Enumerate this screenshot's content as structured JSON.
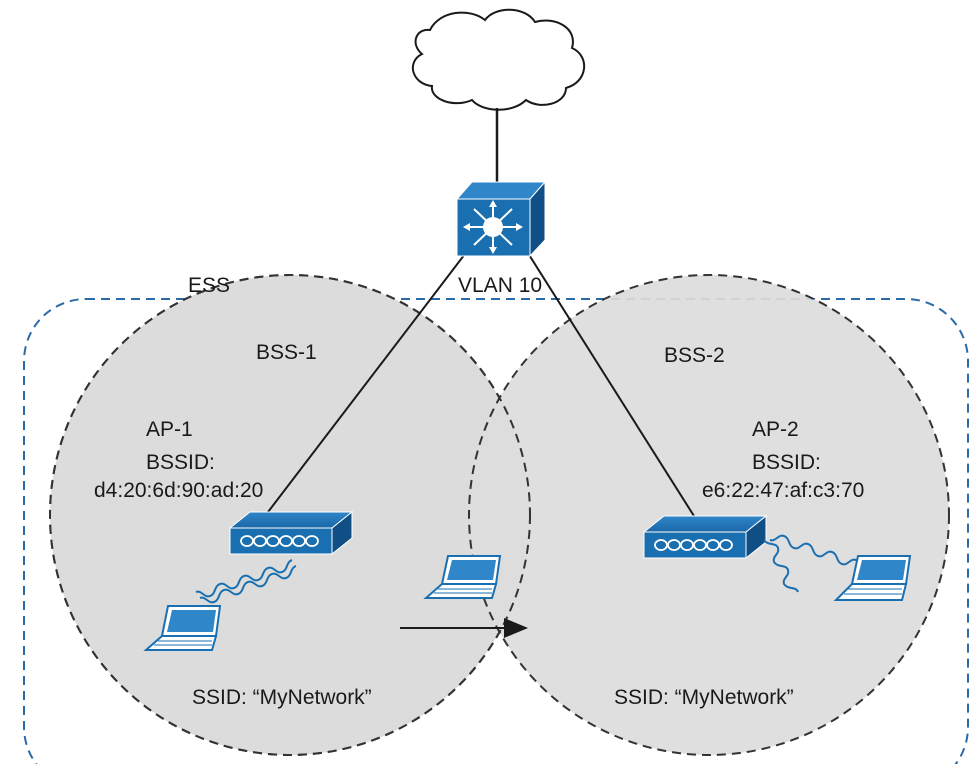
{
  "ess": {
    "label": "ESS"
  },
  "uplink": {
    "vlan_label": "VLAN 10"
  },
  "cloud": {
    "icon": "cloud-icon"
  },
  "switch": {
    "icon": "multilayer-switch-icon",
    "color": "#1a6fb0"
  },
  "colors": {
    "ess_border": "#2a6aa8",
    "cell_fill": "#dcdcdc",
    "cell_border": "#333333",
    "device_blue": "#1a6fb0"
  },
  "bss1": {
    "label": "BSS-1",
    "ap_label": "AP-1",
    "bssid_label": "BSSID:",
    "bssid_value": "d4:20:6d:90:ad:20",
    "ssid_label": "SSID: “MyNetwork”"
  },
  "bss2": {
    "label": "BSS-2",
    "ap_label": "AP-2",
    "bssid_label": "BSSID:",
    "bssid_value": "e6:22:47:af:c3:70",
    "ssid_label": "SSID: “MyNetwork”"
  },
  "roaming": {
    "icon": "roaming-arrow-icon"
  }
}
